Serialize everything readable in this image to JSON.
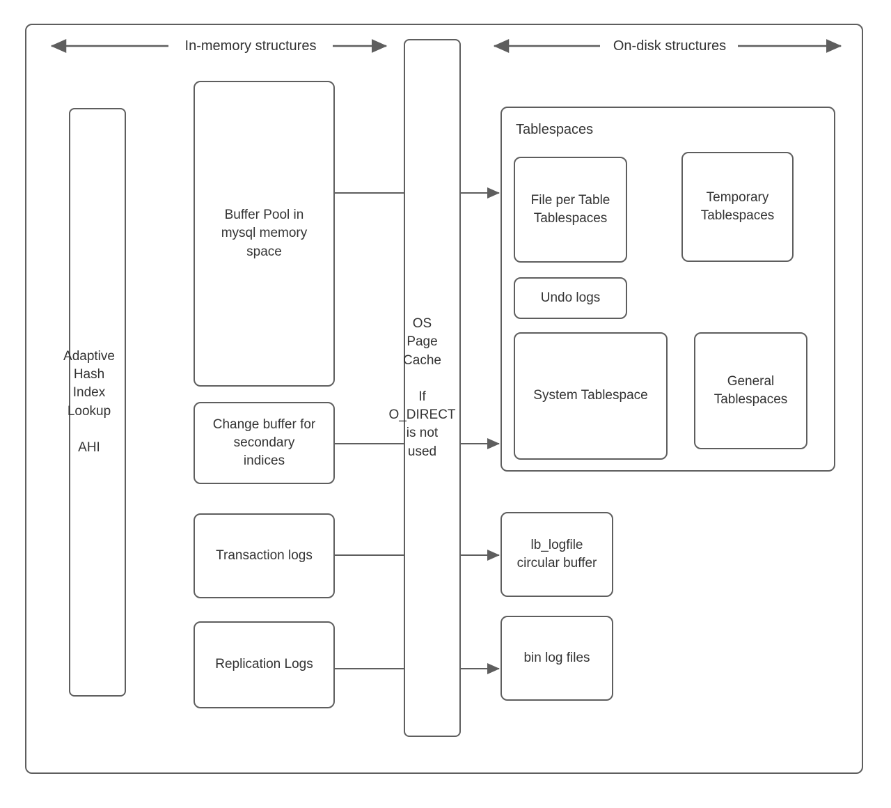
{
  "diagram": {
    "title_left": "In-memory structures",
    "title_right": "On-disk structures",
    "accent_color": "#5e5e5e",
    "text_color": "#333333",
    "background_color": "#ffffff"
  },
  "in_memory": {
    "ahi": "Adaptive\nHash\nIndex\nLookup\n\nAHI",
    "buffer_pool": "Buffer Pool in\nmysql memory\nspace",
    "change_buffer": "Change buffer for\nsecondary\nindices",
    "transaction_logs": "Transaction logs",
    "replication_logs": "Replication Logs"
  },
  "middle": {
    "os_page_cache": "OS\nPage\nCache\n\nIf\nO_DIRECT\nis not\nused"
  },
  "on_disk": {
    "tablespaces_title": "Tablespaces",
    "file_per_table": "File per Table\nTablespaces",
    "temporary_tablespaces": "Temporary\nTablespaces",
    "undo_logs": "Undo logs",
    "system_tablespace": "System Tablespace",
    "general_tablespaces": "General\nTablespaces",
    "lb_logfile": "lb_logfile\ncircular buffer",
    "bin_log_files": "bin log files"
  },
  "connections": [
    {
      "name": "buffer-pool-to-tablespaces",
      "from": "Buffer Pool in mysql memory space",
      "to": "Tablespaces"
    },
    {
      "name": "change-buffer-to-tablespaces",
      "from": "Change buffer for secondary indices",
      "to": "Tablespaces"
    },
    {
      "name": "transaction-logs-to-lb-logfile",
      "from": "Transaction logs",
      "to": "lb_logfile circular buffer"
    },
    {
      "name": "replication-logs-to-bin-log-files",
      "from": "Replication Logs",
      "to": "bin log files"
    }
  ]
}
